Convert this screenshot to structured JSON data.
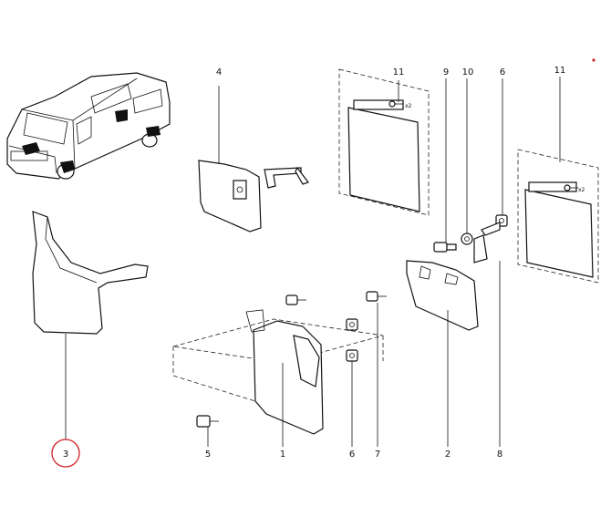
{
  "diagram": {
    "callouts": [
      {
        "id": "1",
        "text": "1"
      },
      {
        "id": "2",
        "text": "2"
      },
      {
        "id": "3",
        "text": "3"
      },
      {
        "id": "4",
        "text": "4"
      },
      {
        "id": "5",
        "text": "5"
      },
      {
        "id": "6a",
        "text": "6"
      },
      {
        "id": "6b",
        "text": "6"
      },
      {
        "id": "7",
        "text": "7"
      },
      {
        "id": "8",
        "text": "8"
      },
      {
        "id": "9",
        "text": "9"
      },
      {
        "id": "10",
        "text": "10"
      },
      {
        "id": "11a",
        "text": "11"
      },
      {
        "id": "11b",
        "text": "11"
      }
    ],
    "mudflap_marks": {
      "qty_a": "x2",
      "qty_b": "x2"
    },
    "highlight": {
      "callout": "3",
      "color": "#d21f26"
    },
    "accent_dot_color": "#d21f26"
  }
}
